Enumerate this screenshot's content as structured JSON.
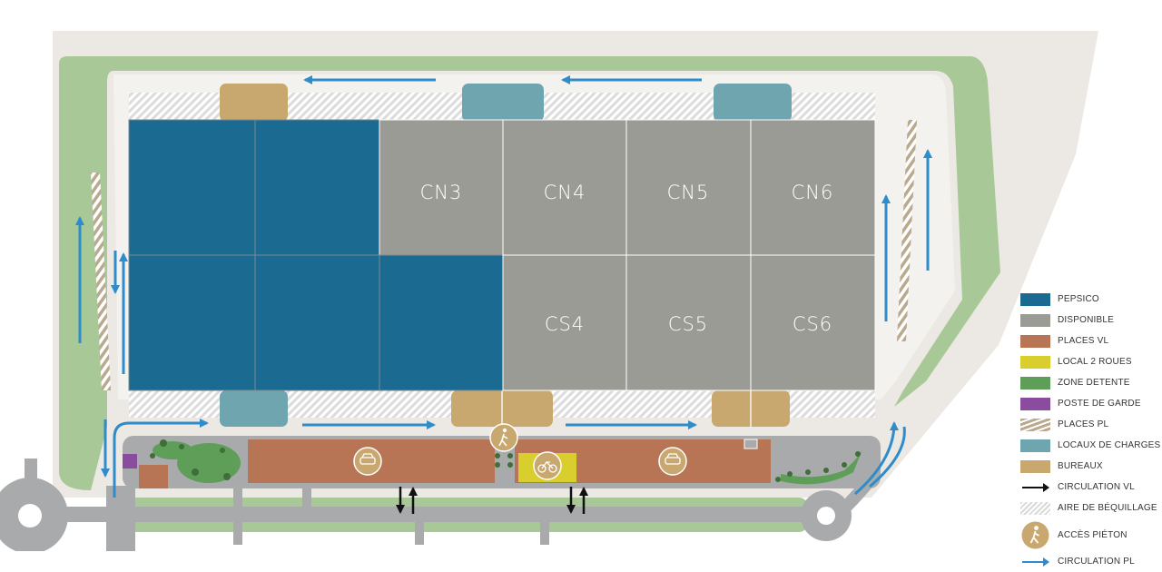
{
  "colors": {
    "pepsico": "#1a6a92",
    "disponible": "#9a9b94",
    "places_vl": "#b87556",
    "local_2_roues": "#d8cf2e",
    "zone_detente": "#5e9e58",
    "poste_de_garde": "#8a4c9e",
    "locaux_de_charges": "#6fa5ae",
    "bureaux": "#c8a86e",
    "site_background": "#ece8e3",
    "green_border": "#a8c997",
    "circulation_pl": "#2f8ccb",
    "road": "#a9aaab"
  },
  "cells": {
    "cn3": "CN3",
    "cn4": "CN4",
    "cn5": "CN5",
    "cn6": "CN6",
    "cs4": "CS4",
    "cs5": "CS5",
    "cs6": "CS6"
  },
  "legend": [
    {
      "key": "pepsico",
      "label": "PEPSICO"
    },
    {
      "key": "disponible",
      "label": "DISPONIBLE"
    },
    {
      "key": "places_vl",
      "label": "PLACES VL"
    },
    {
      "key": "local_2_roues",
      "label": "LOCAL 2 ROUES"
    },
    {
      "key": "zone_detente",
      "label": "ZONE DETENTE"
    },
    {
      "key": "poste_de_garde",
      "label": "POSTE DE GARDE"
    },
    {
      "key": "places_pl",
      "label": "PLACES PL"
    },
    {
      "key": "locaux_de_charges",
      "label": "LOCAUX DE CHARGES"
    },
    {
      "key": "bureaux",
      "label": "BUREAUX"
    },
    {
      "key": "circulation_vl",
      "label": "CIRCULATION VL"
    },
    {
      "key": "aire_de_bequillage",
      "label": "AIRE DE BÉQUILLAGE"
    },
    {
      "key": "acces_pieton",
      "label": "ACCÈS PIÉTON"
    },
    {
      "key": "circulation_pl",
      "label": "CIRCULATION PL"
    }
  ],
  "icons": {
    "car": "car-icon",
    "bike": "bicycle-icon",
    "pedestrian": "pedestrian-icon"
  }
}
